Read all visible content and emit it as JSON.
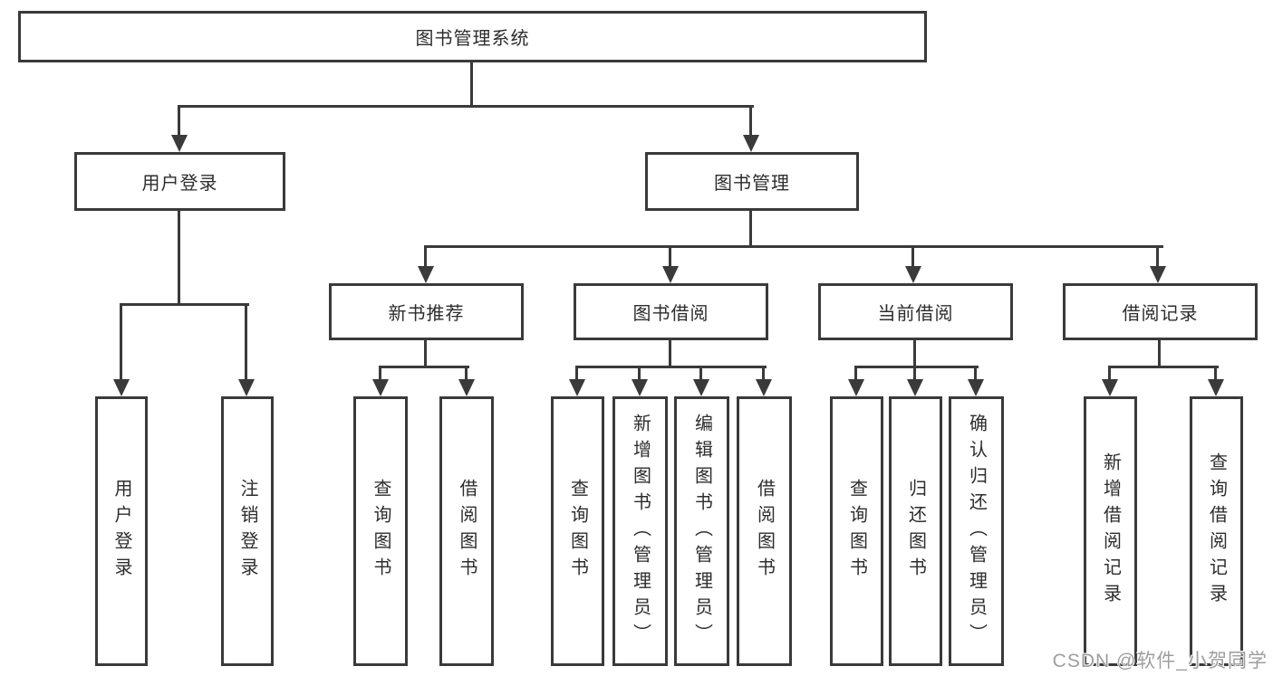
{
  "colors": {
    "line": "#3a3a3a",
    "text": "#2d2d2d",
    "watermark": "#9e9e9e",
    "background": "#ffffff"
  },
  "watermark": {
    "text": "CSDN @软件_小贺同学"
  },
  "tree": {
    "root": {
      "label": "图书管理系统"
    },
    "level2": [
      {
        "label": "用户登录",
        "parent": "图书管理系统"
      },
      {
        "label": "图书管理",
        "parent": "图书管理系统"
      }
    ],
    "level3": [
      {
        "label": "新书推荐",
        "parent": "图书管理"
      },
      {
        "label": "图书借阅",
        "parent": "图书管理"
      },
      {
        "label": "当前借阅",
        "parent": "图书管理"
      },
      {
        "label": "借阅记录",
        "parent": "图书管理"
      }
    ],
    "leaves": [
      {
        "label": "用户登录",
        "parent": "用户登录"
      },
      {
        "label": "注销登录",
        "parent": "用户登录"
      },
      {
        "label": "查询图书",
        "parent": "新书推荐"
      },
      {
        "label": "借阅图书",
        "parent": "新书推荐"
      },
      {
        "label": "查询图书",
        "parent": "图书借阅"
      },
      {
        "label": "新增图书（管理员）",
        "parent": "图书借阅"
      },
      {
        "label": "编辑图书（管理员）",
        "parent": "图书借阅"
      },
      {
        "label": "借阅图书",
        "parent": "图书借阅"
      },
      {
        "label": "查询图书",
        "parent": "当前借阅"
      },
      {
        "label": "归还图书",
        "parent": "当前借阅"
      },
      {
        "label": "确认归还（管理员）",
        "parent": "当前借阅"
      },
      {
        "label": "新增借阅记录",
        "parent": "借阅记录"
      },
      {
        "label": "查询借阅记录",
        "parent": "借阅记录"
      }
    ]
  }
}
